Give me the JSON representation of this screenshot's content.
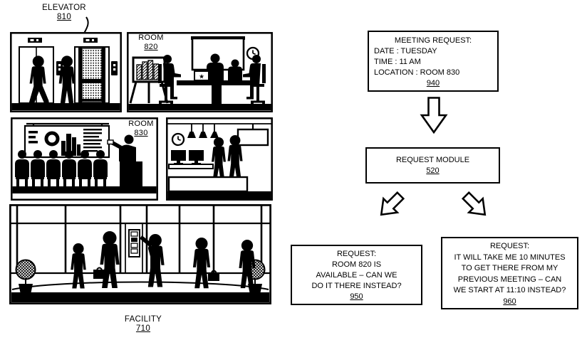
{
  "colors": {
    "ink": "#000000",
    "paper": "#ffffff"
  },
  "facility_map": {
    "elevator": {
      "label": "ELEVATOR",
      "ref": "810"
    },
    "room_820": {
      "label": "ROOM",
      "ref": "820"
    },
    "room_830": {
      "label": "ROOM",
      "ref": "830"
    },
    "facility": {
      "label": "FACILITY",
      "ref": "710"
    },
    "scenes": [
      "elevator-lobby-scene",
      "meeting-room-scene",
      "presentation-room-scene",
      "break-area-scene",
      "building-lobby-scene"
    ]
  },
  "flowchart": {
    "meeting_request": {
      "title": "MEETING REQUEST:",
      "lines": [
        "DATE : TUESDAY",
        "TIME : 11 AM",
        "LOCATION : ROOM 830"
      ],
      "ref": "940"
    },
    "request_module": {
      "title": "REQUEST MODULE",
      "ref": "520"
    },
    "request_room": {
      "lines": [
        "REQUEST:",
        "ROOM 820 IS",
        "AVAILABLE – CAN WE",
        "DO IT THERE INSTEAD?"
      ],
      "ref": "950"
    },
    "request_time": {
      "lines": [
        "REQUEST:",
        "IT WILL TAKE ME 10 MINUTES",
        "TO GET THERE FROM MY",
        "PREVIOUS MEETING – CAN",
        "WE START AT 11:10 INSTEAD?"
      ],
      "ref": "960"
    }
  }
}
